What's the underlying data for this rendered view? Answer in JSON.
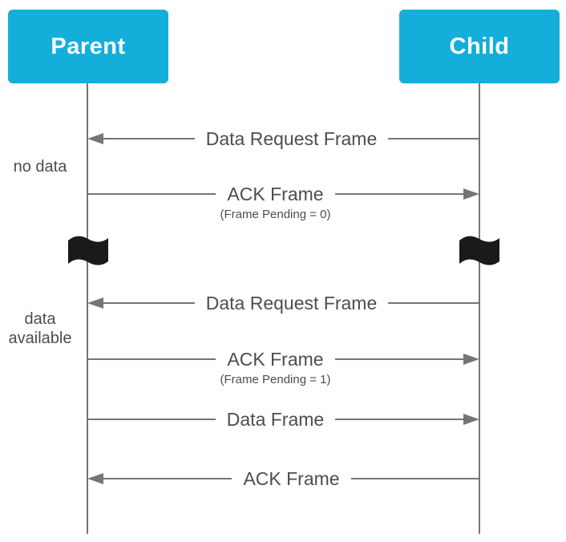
{
  "diagram": {
    "type": "sequence-diagram",
    "actors": [
      {
        "id": "parent",
        "label": "Parent"
      },
      {
        "id": "child",
        "label": "Child"
      }
    ],
    "side_notes": [
      {
        "text": "no data"
      },
      {
        "text": "data available"
      }
    ],
    "messages": [
      {
        "label": "Data Request Frame",
        "sublabel": "",
        "direction": "left",
        "from": "Child",
        "to": "Parent"
      },
      {
        "label": "ACK Frame",
        "sublabel": "(Frame Pending = 0)",
        "direction": "right",
        "from": "Parent",
        "to": "Child"
      },
      {
        "label": "Data Request Frame",
        "sublabel": "",
        "direction": "left",
        "from": "Child",
        "to": "Parent"
      },
      {
        "label": "ACK Frame",
        "sublabel": "(Frame Pending = 1)",
        "direction": "right",
        "from": "Parent",
        "to": "Child"
      },
      {
        "label": "Data Frame",
        "sublabel": "",
        "direction": "right",
        "from": "Parent",
        "to": "Child"
      },
      {
        "label": "ACK Frame",
        "sublabel": "",
        "direction": "left",
        "from": "Child",
        "to": "Parent"
      }
    ],
    "break_icons": [
      {
        "name": "flag-icon",
        "lifeline": "parent"
      },
      {
        "name": "flag-icon",
        "lifeline": "child"
      }
    ],
    "colors": {
      "actor_bg": "#14AEDB",
      "actor_text": "#ffffff",
      "line": "#757575",
      "label_text": "#4d4d4d",
      "flag": "#1a1a1a"
    }
  }
}
